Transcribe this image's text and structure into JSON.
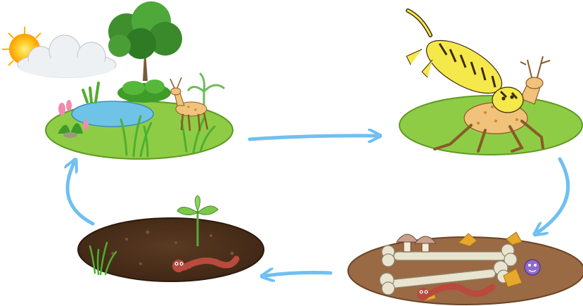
{
  "diagram": {
    "type": "cycle",
    "stages": [
      {
        "id": "habitat",
        "depicts": [
          "sun",
          "cloud",
          "tree",
          "pond",
          "grass",
          "deer"
        ]
      },
      {
        "id": "predation",
        "depicts": [
          "tiger",
          "deer"
        ]
      },
      {
        "id": "decomposition",
        "depicts": [
          "bones",
          "mushrooms",
          "worm",
          "fungi",
          "microbe"
        ]
      },
      {
        "id": "soil-regrowth",
        "depicts": [
          "soil",
          "sprout",
          "worm",
          "grass"
        ]
      }
    ],
    "flow": [
      "habitat",
      "predation",
      "decomposition",
      "soil-regrowth",
      "habitat"
    ],
    "colors": {
      "arrow": "#6ec0f2",
      "grass": "#8fcc45",
      "soil": "#6b4423",
      "pond": "#6fc3e6",
      "tiger": "#f5e84a",
      "deer": "#f0c27a",
      "bone": "#e8e4cf",
      "worm": "#b94a3d"
    }
  }
}
